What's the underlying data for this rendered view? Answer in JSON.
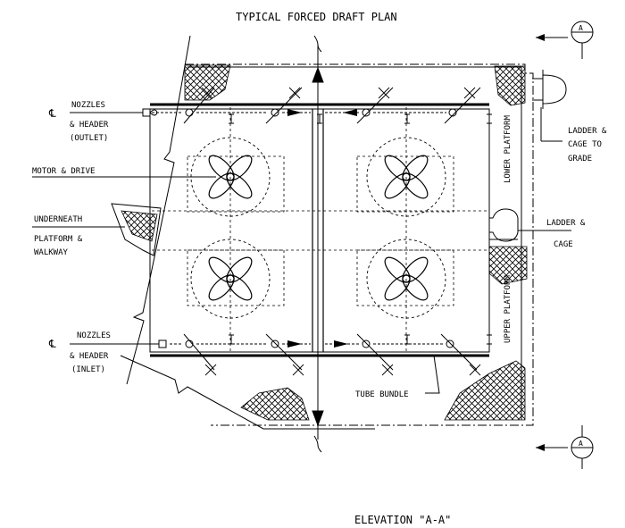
{
  "title": "TYPICAL FORCED DRAFT PLAN",
  "footer": "ELEVATION \"A-A\"",
  "section_marker": "A",
  "centerline_symbol": "℄",
  "labels": {
    "nozzles_outlet": [
      "NOZZLES",
      "& HEADER",
      "(OUTLET)"
    ],
    "motor_drive": "MOTOR & DRIVE",
    "underneath": [
      "UNDERNEATH",
      "PLATFORM &",
      "WALKWAY"
    ],
    "nozzles_inlet": [
      "NOZZLES",
      "& HEADER",
      "(INLET)"
    ],
    "ladder_cage_grade": [
      "LADDER &",
      "CAGE TO",
      "GRADE"
    ],
    "lower_platform": "LOWER PLATFORM",
    "ladder_cage": [
      "LADDER &",
      "CAGE"
    ],
    "upper_platform": "UPPER PLATFORM",
    "tube_bundle": "TUBE BUNDLE"
  },
  "icons": [
    "fan-icon",
    "nozzle-icon",
    "section-marker-icon",
    "ladder-cage-icon",
    "break-line-icon",
    "flow-arrow-icon"
  ]
}
